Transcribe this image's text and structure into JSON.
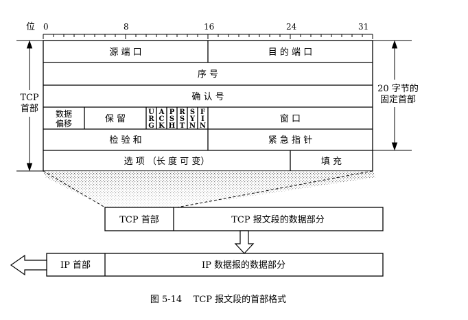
{
  "bit_axis": {
    "label": "位",
    "ticks": [
      "0",
      "8",
      "16",
      "24",
      "31"
    ]
  },
  "header_rows": {
    "row1": {
      "src_port": "源 端 口",
      "dst_port": "目 的 端 口"
    },
    "row2": {
      "seq": "序 号"
    },
    "row3": {
      "ack": "确 认 号"
    },
    "row4": {
      "data_offset_line1": "数据",
      "data_offset_line2": "偏移",
      "reserved": "保 留",
      "flags": [
        [
          "U",
          "R",
          "G"
        ],
        [
          "A",
          "C",
          "K"
        ],
        [
          "P",
          "S",
          "H"
        ],
        [
          "R",
          "S",
          "T"
        ],
        [
          "S",
          "Y",
          "N"
        ],
        [
          "F",
          "I",
          "N"
        ]
      ],
      "window": "窗 口"
    },
    "row5": {
      "checksum": "检 验 和",
      "urgent": "紧 急 指 针"
    },
    "row6": {
      "options": "选 项 （长 度 可 变）",
      "padding": "填 充"
    }
  },
  "left_brace": {
    "line1": "TCP",
    "line2": "首部"
  },
  "right_brace": {
    "line1": "20 字节的",
    "line2": "固定首部"
  },
  "tcp_segment": {
    "header": "TCP 首部",
    "data": "TCP 报文段的数据部分"
  },
  "ip_datagram": {
    "header": "IP 首部",
    "data": "IP 数据报的数据部分"
  },
  "caption": "图 5-14    TCP 报文段的首部格式"
}
